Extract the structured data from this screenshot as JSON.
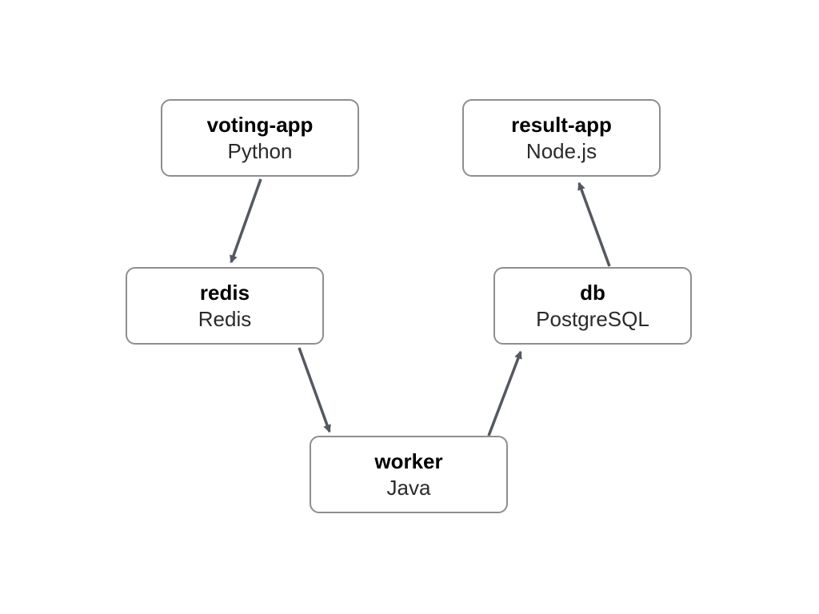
{
  "diagram": {
    "nodes": [
      {
        "id": "voting-app",
        "name": "voting-app",
        "tech": "Python"
      },
      {
        "id": "result-app",
        "name": "result-app",
        "tech": "Node.js"
      },
      {
        "id": "redis",
        "name": "redis",
        "tech": "Redis"
      },
      {
        "id": "db",
        "name": "db",
        "tech": "PostgreSQL"
      },
      {
        "id": "worker",
        "name": "worker",
        "tech": "Java"
      }
    ],
    "edges": [
      {
        "from": "voting-app",
        "to": "redis"
      },
      {
        "from": "redis",
        "to": "worker"
      },
      {
        "from": "worker",
        "to": "db"
      },
      {
        "from": "db",
        "to": "result-app"
      }
    ],
    "colors": {
      "node_border": "#8e8e8e",
      "arrow": "#545860",
      "text": "#000000",
      "background": "#ffffff"
    }
  }
}
